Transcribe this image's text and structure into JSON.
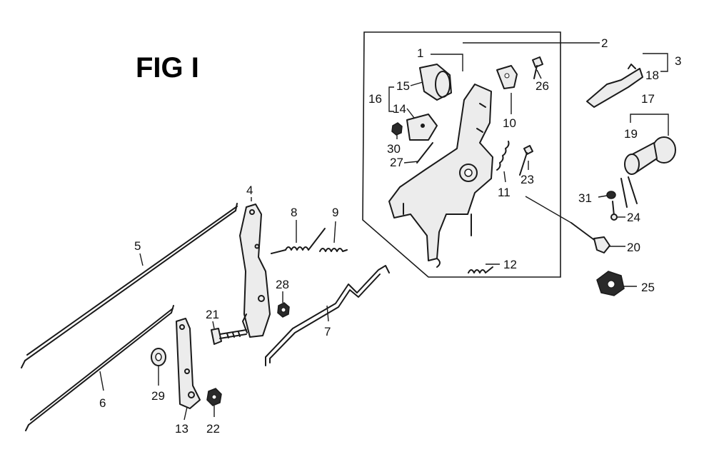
{
  "figure": {
    "title": "FIG I"
  },
  "callouts": {
    "c1": "1",
    "c2": "2",
    "c3": "3",
    "c4": "4",
    "c5": "5",
    "c6": "6",
    "c7": "7",
    "c8": "8",
    "c9": "9",
    "c10": "10",
    "c11": "11",
    "c12": "12",
    "c13": "13",
    "c14": "14",
    "c15": "15",
    "c16": "16",
    "c17": "17",
    "c18": "18",
    "c19": "19",
    "c20": "20",
    "c21": "21",
    "c22": "22",
    "c23": "23",
    "c24": "24",
    "c25": "25",
    "c26": "26",
    "c27": "27",
    "c28": "28",
    "c29": "29",
    "c30": "30",
    "c31": "31"
  }
}
